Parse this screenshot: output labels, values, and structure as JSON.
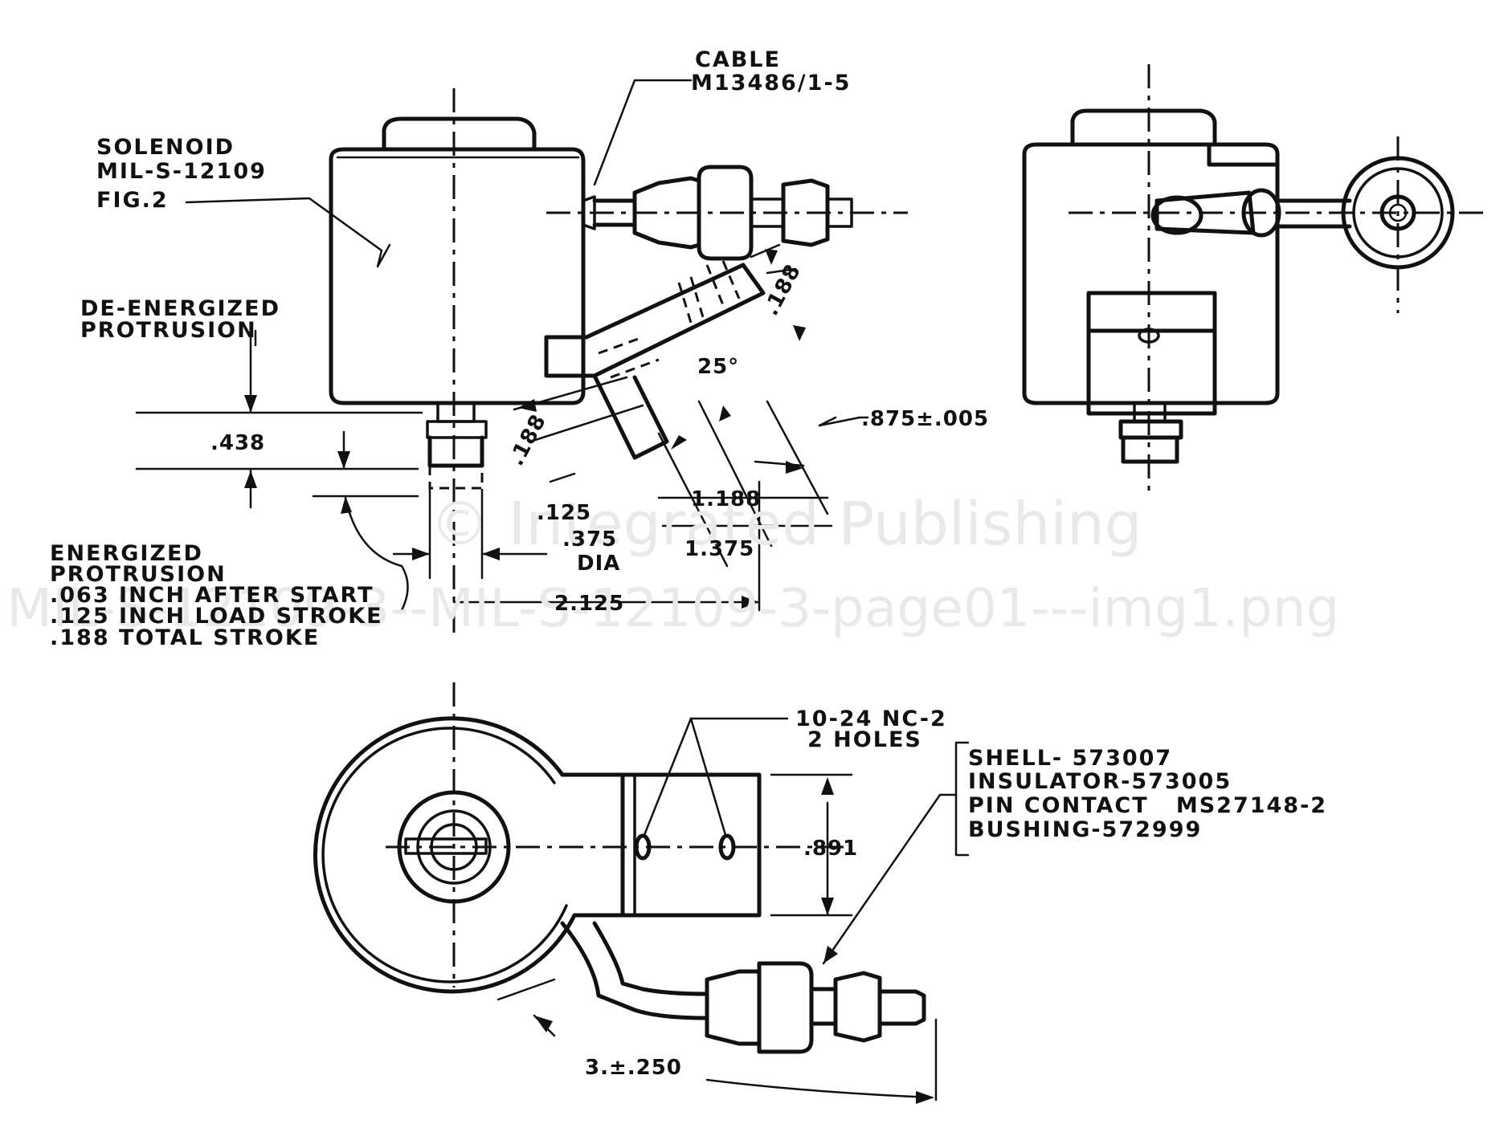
{
  "watermark": {
    "line1": "© Integrated Publishing",
    "line2": "MIL-S-12109-3--MIL-S-12109-3-page01---img1.png"
  },
  "labels": {
    "cable_title": "CABLE",
    "cable_part": "M13486/1-5",
    "solenoid_title": "SOLENOID",
    "solenoid_spec": "MIL-S-12109",
    "solenoid_fig": "FIG.2",
    "deenergized_line1": "DE-ENERGIZED",
    "deenergized_line2": "PROTRUSION",
    "energized_line1": "ENERGIZED",
    "energized_line2": "PROTRUSION",
    "energized_line3": ".063 INCH AFTER START",
    "energized_line4": ".125 INCH LOAD STROKE",
    "energized_line5": ".188 TOTAL STROKE",
    "holes_line1": "10-24 NC-2",
    "holes_line2": "2 HOLES",
    "shell": "SHELL- 573007",
    "insulator": "INSULATOR-573005",
    "pin_contact": "PIN CONTACT   MS27148-2",
    "bushing": "BUSHING-572999",
    "dia": "DIA"
  },
  "dimensions": {
    "d_438": ".438",
    "d_188_left": ".188",
    "d_188_top": ".188",
    "d_125": ".125",
    "d_375": ".375",
    "d_2125": "2.125",
    "d_1188": "1.188",
    "d_1375": "1.375",
    "d_875": ".875±.005",
    "d_angle": "25°",
    "d_891": ".891",
    "d_cable_len": "3.±.250"
  }
}
